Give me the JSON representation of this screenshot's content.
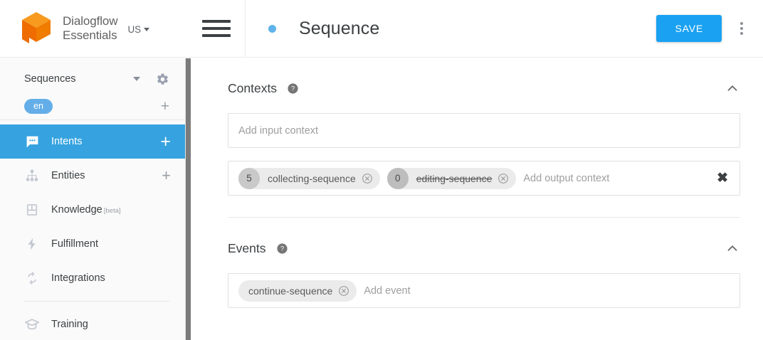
{
  "brand": {
    "name_line1": "Dialogflow",
    "name_line2": "Essentials",
    "region": "US",
    "logo_icon": "dialogflow-cube-logo"
  },
  "sidebar": {
    "agent": {
      "name": "Sequences",
      "dropdown_icon": "caret-down-icon",
      "settings_icon": "gear-icon"
    },
    "language": {
      "chip": "en",
      "add_icon": "plus-icon"
    },
    "items": [
      {
        "label": "Intents",
        "icon": "speech-bubble-icon",
        "active": true,
        "add": "+"
      },
      {
        "label": "Entities",
        "icon": "hierarchy-icon",
        "active": false,
        "add": "+"
      },
      {
        "label": "Knowledge",
        "icon": "book-icon",
        "active": false,
        "badge": "[beta]"
      },
      {
        "label": "Fulfillment",
        "icon": "lightning-bolt-icon",
        "active": false
      },
      {
        "label": "Integrations",
        "icon": "sync-arrows-icon",
        "active": false
      },
      {
        "label": "Training",
        "icon": "graduation-cap-icon",
        "active": false
      }
    ]
  },
  "topbar": {
    "menu_icon": "hamburger-menu-icon",
    "status_dot": "blue-status-dot",
    "title": "Sequence",
    "save_label": "SAVE",
    "more_icon": "kebab-menu-icon"
  },
  "contexts": {
    "title": "Contexts",
    "help_icon": "help-circle-icon",
    "collapse_icon": "chevron-up-icon",
    "input_placeholder": "Add input context",
    "output_placeholder": "Add output context",
    "clear_icon": "clear-all-icon",
    "output_chips": [
      {
        "count": "5",
        "label": "collecting-sequence",
        "struck": false,
        "remove_icon": "remove-circle-icon"
      },
      {
        "count": "0",
        "label": "editing-sequence",
        "struck": true,
        "remove_icon": "remove-circle-icon"
      }
    ]
  },
  "events": {
    "title": "Events",
    "help_icon": "help-circle-icon",
    "collapse_icon": "chevron-up-icon",
    "placeholder": "Add event",
    "chips": [
      {
        "label": "continue-sequence",
        "remove_icon": "remove-circle-icon"
      }
    ]
  },
  "colors": {
    "accent_blue": "#1aa1f1",
    "nav_active": "#36a3e0",
    "lang_chip": "#63aee8",
    "logo_orange": "#ef6c00",
    "logo_orange_light": "#f79a1e"
  }
}
